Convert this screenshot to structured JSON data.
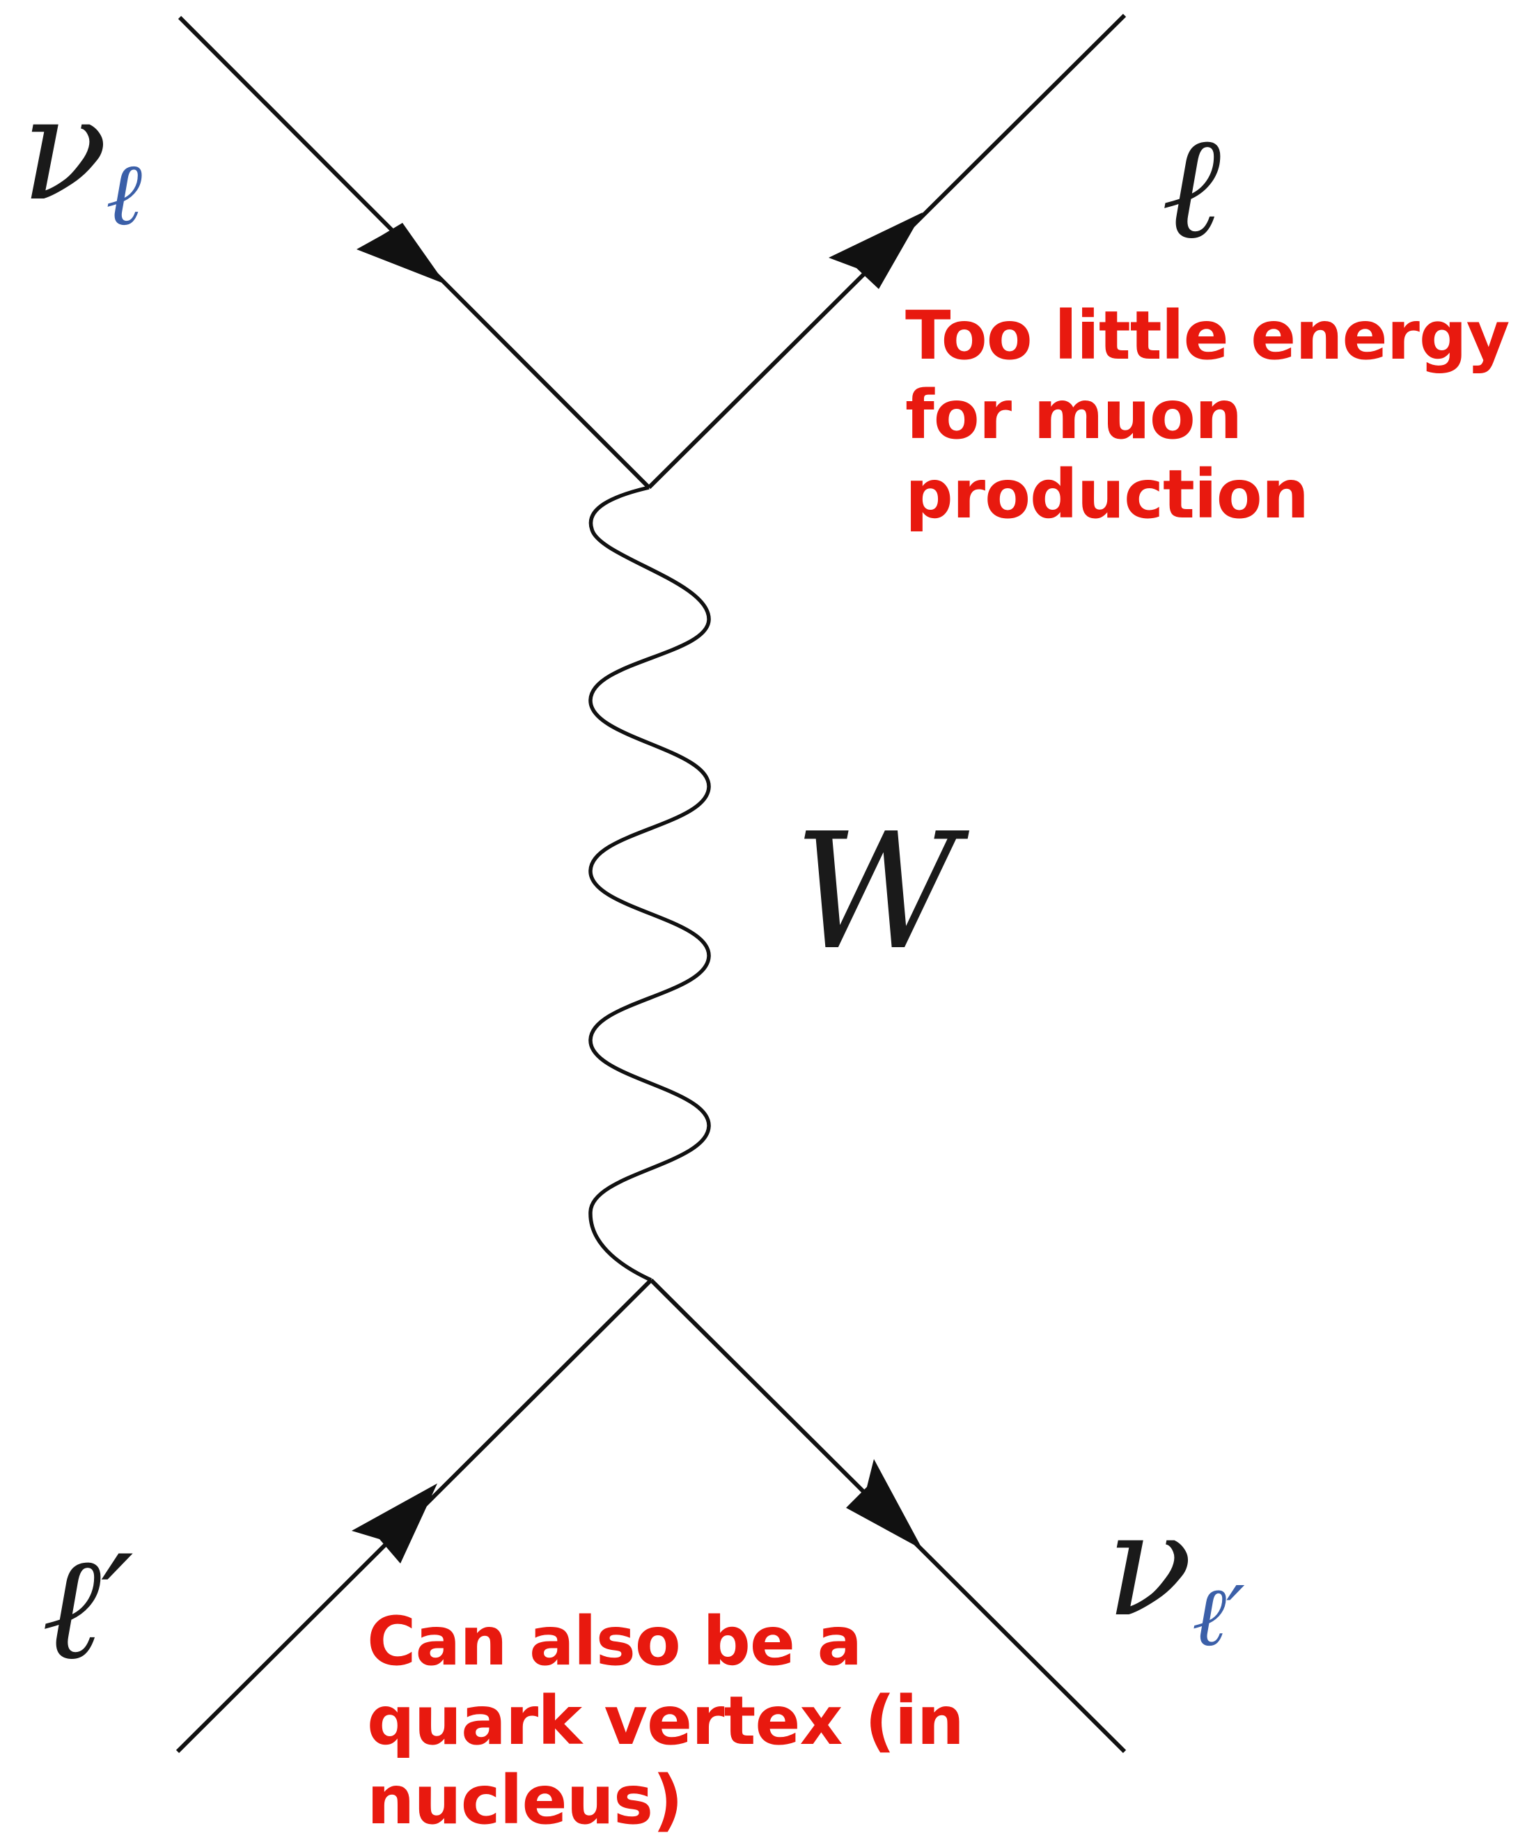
{
  "labels": {
    "nu": "ν",
    "ell": "ℓ",
    "ell_prime_sub": "ℓ′",
    "ell_prime": "ℓ′",
    "w": "W"
  },
  "annotations": {
    "top_right": [
      "Too little energy",
      "for muon",
      "production"
    ],
    "bottom": [
      "Can also be a",
      "quark vertex (in",
      "nucleus)"
    ]
  },
  "colors": {
    "annotation": "#e8190f",
    "line": "#111111",
    "subscript_accent": "#3b5fa8"
  }
}
